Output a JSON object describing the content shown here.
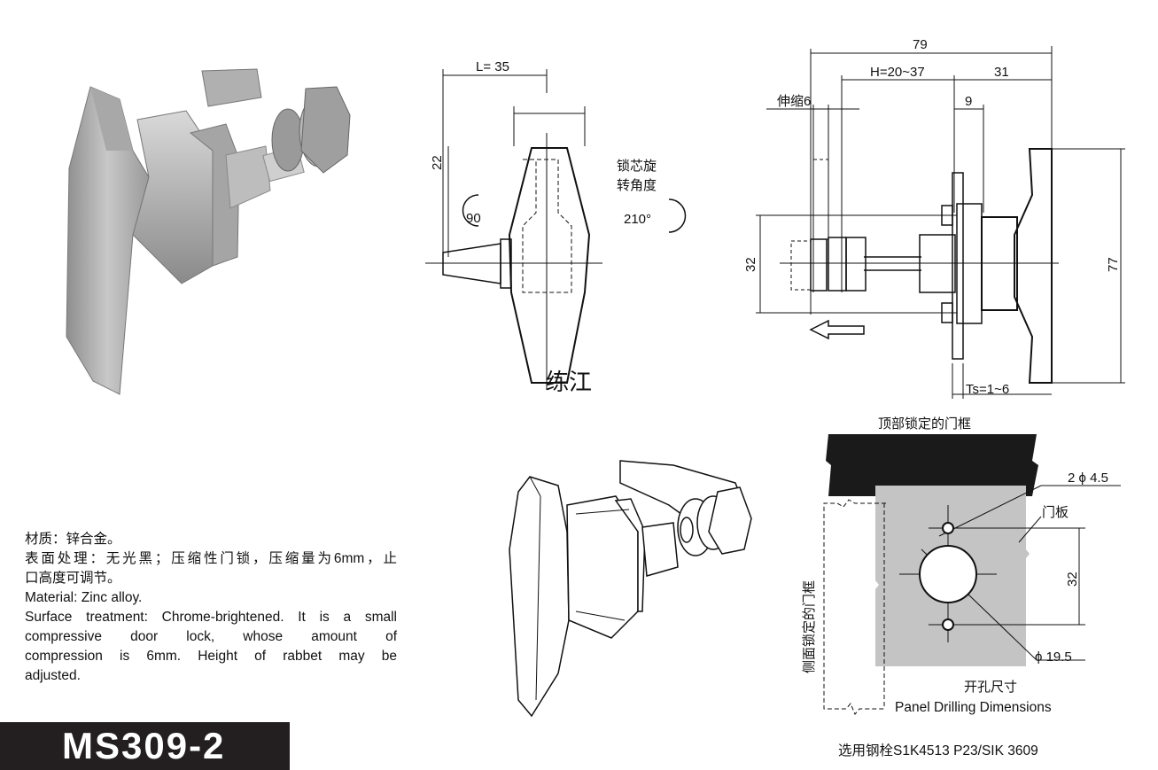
{
  "top_view": {
    "dim_L": "L= 35",
    "dim_22": "22",
    "rot_90": "90",
    "rot_core_line1": "锁芯旋",
    "rot_core_line2": "转角度",
    "rot_210": "210°",
    "watermark": "练江"
  },
  "side_view": {
    "dim_79": "79",
    "dim_H": "H=20~37",
    "dim_31": "31",
    "dim_stretch": "伸缩6",
    "dim_9": "9",
    "dim_32": "32",
    "dim_77": "77",
    "dim_Ts": "Ts=1~6"
  },
  "drilling": {
    "top_frame": "顶部锁定的门框",
    "side_frame": "侧面锁定的门框",
    "holes": "2 ϕ 4.5",
    "door_panel": "门板",
    "dim_32": "32",
    "dim_19_5": "ϕ 19.5",
    "title_cn": "开孔尺寸",
    "title_en": "Panel Drilling Dimensions"
  },
  "description": {
    "material_cn": "材质：锌合金。",
    "surface_cn_1": "表面处理：无光黑；压缩性门锁，压缩量为6mm，止",
    "surface_cn_2": "口高度可调节。",
    "material_en": "Material: Zinc alloy.",
    "surface_en_1": "Surface treatment: Chrome-brightened. It is a small",
    "surface_en_2": "compressive door lock, whose amount of",
    "surface_en_3": "compression is 6mm. Height of rabbet may be",
    "surface_en_4": "adjusted."
  },
  "model": "MS309-2",
  "bolt_note": "选用钢栓S1K4513 P23/SIK 3609",
  "colors": {
    "frame_black": "#1a1a1a",
    "panel_gray": "#c4c4c4",
    "model_bar": "#231f20",
    "metal": "#b5b5b5"
  }
}
